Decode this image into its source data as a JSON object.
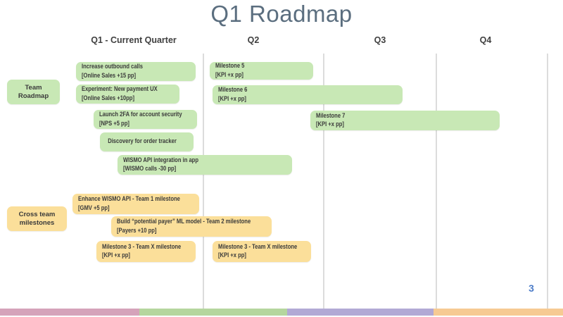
{
  "slide": {
    "title": "Q1 Roadmap",
    "page_number": "3"
  },
  "header": {
    "columns": [
      "Q1 - Current Quarter",
      "Q2",
      "Q3",
      "Q4"
    ]
  },
  "sections": {
    "team_roadmap": {
      "label": "Team Roadmap"
    },
    "cross_team": {
      "label": "Cross team milestones"
    }
  },
  "team_bars": [
    {
      "title": "Increase outbound calls",
      "kpi": "[Online Sales +15 pp]",
      "quarters": "Q1"
    },
    {
      "title": "Experiment: New payment UX",
      "kpi": "[Online Sales +10pp]",
      "quarters": "Q1"
    },
    {
      "title": "Launch 2FA for account security",
      "kpi": "[NPS +5 pp]",
      "quarters": "Q1"
    },
    {
      "title": "Discovery for order tracker",
      "kpi": "",
      "quarters": "Q1"
    },
    {
      "title": "WISMO API integration in app",
      "kpi": "[WISMO calls -30 pp]",
      "quarters": "Q1-Q2"
    },
    {
      "title": "Milestone 5",
      "kpi": "[KPI +x pp]",
      "quarters": "Q2"
    },
    {
      "title": "Milestone 6",
      "kpi": "[KPI +x pp]",
      "quarters": "Q2-Q3"
    },
    {
      "title": "Milestone 7",
      "kpi": "[KPI +x pp]",
      "quarters": "Q2-Q4"
    }
  ],
  "cross_bars": [
    {
      "title": "Enhance WISMO API - Team 1 milestone",
      "kpi": "[GMV +5 pp]",
      "quarters": "Q1"
    },
    {
      "title": "Build “potential payer” ML model - Team 2 milestone",
      "kpi": "[Payers +10 pp]",
      "quarters": "Q1-Q2"
    },
    {
      "title": "Milestone 3 - Team X milestone",
      "kpi": "[KPI +x pp]",
      "quarters": "Q1"
    },
    {
      "title": "Milestone 3 - Team X milestone",
      "kpi": "[KPI +x pp]",
      "quarters": "Q2"
    }
  ],
  "colors": {
    "title": "#5b6e7f",
    "header_text": "#404040",
    "bar_text": "#3a3a3a",
    "green_bar": "#c8e8b5",
    "yellow_bar": "#fbdf9a",
    "grid_line": "#dcdcdc",
    "page_number": "#4b7bc8",
    "footer_segments": [
      "#d5a3ba",
      "#b5d69e",
      "#b2a9d5",
      "#f6ca93"
    ]
  }
}
